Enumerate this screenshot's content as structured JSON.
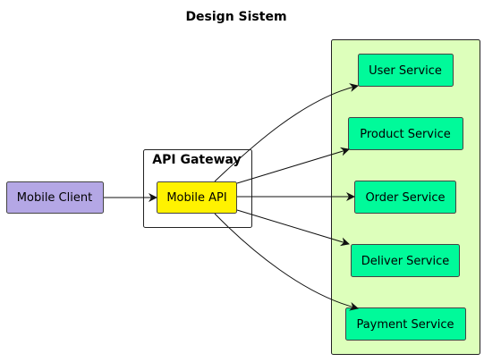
{
  "diagram": {
    "title": "Design Sistem",
    "colors": {
      "client_fill": "#B4A7E5",
      "api_fill": "#FFF200",
      "service_fill": "#00FA9A",
      "services_group_fill": "#DDFFBB",
      "stroke": "#444444",
      "arrow": "#111111"
    },
    "nodes": {
      "mobile_client": "Mobile Client",
      "api_gateway": "API Gateway",
      "mobile_api": "Mobile API",
      "services": [
        "User Service",
        "Product Service",
        "Order Service",
        "Deliver Service",
        "Payment Service"
      ]
    }
  }
}
